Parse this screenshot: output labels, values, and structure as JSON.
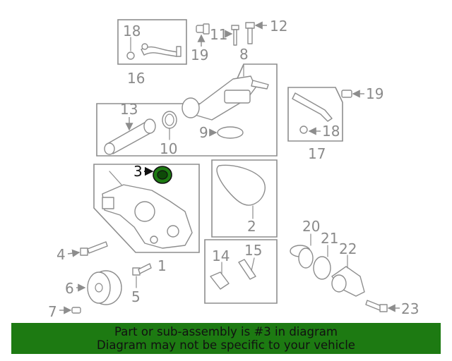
{
  "diagram": {
    "callouts": [
      "1",
      "2",
      "3",
      "4",
      "5",
      "6",
      "7",
      "8",
      "9",
      "10",
      "11",
      "12",
      "13",
      "14",
      "15",
      "16",
      "17",
      "18",
      "18",
      "19",
      "19",
      "20",
      "21",
      "22",
      "23"
    ],
    "highlighted_callout": "3",
    "highlight_color": "#1d7a12"
  },
  "banner": {
    "line1": "Part or sub-assembly is #3 in diagram",
    "line2": "Diagram may not be specific to your vehicle",
    "background": "#1d7a12"
  }
}
